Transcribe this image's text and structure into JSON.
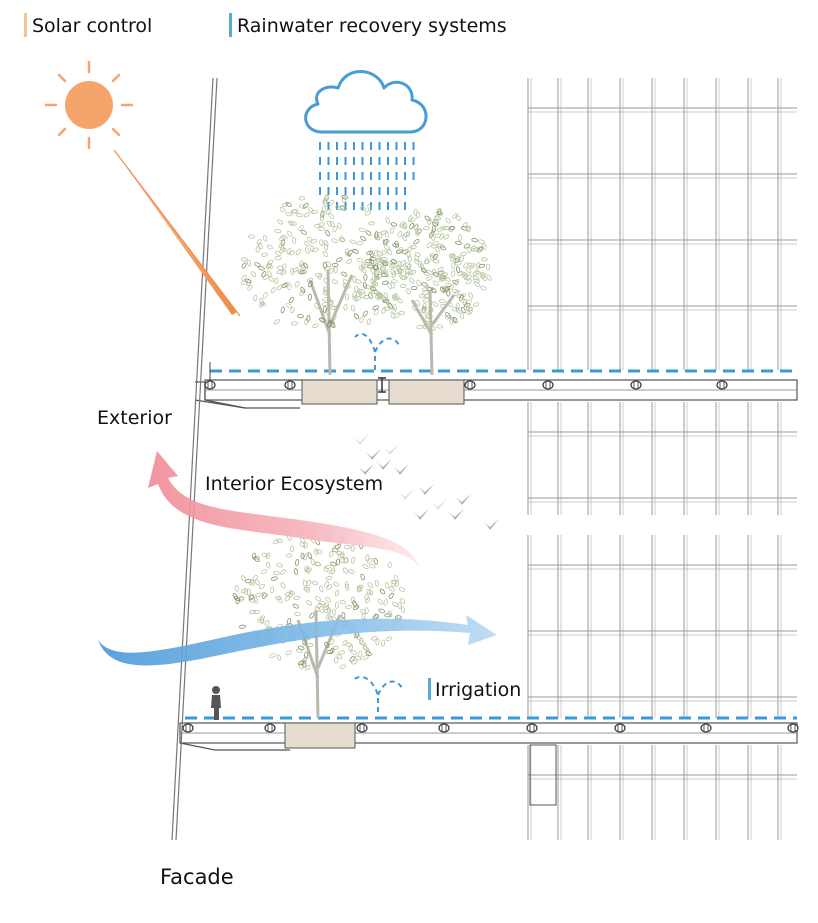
{
  "legend": [
    {
      "label": "Solar control",
      "color": "#f2c98a"
    },
    {
      "label": "Rainwater recovery systems",
      "color": "#5aa9dc"
    }
  ],
  "labels": {
    "exterior": "Exterior",
    "interior_ecosystem": "Interior Ecosystem",
    "irrigation": "Irrigation",
    "facade": "Facade"
  },
  "colors": {
    "sun": "#f5a56c",
    "water": "#3a9ad9",
    "warm_air": "#f08a96",
    "cool_air": "#6fb1e4",
    "tree": "#b7c7a0",
    "planter": "#e6dcd0",
    "grid": "#8a8a8a"
  },
  "icons": [
    "sun-icon",
    "cloud-icon",
    "tree-icon",
    "bird-icon",
    "person-icon"
  ]
}
